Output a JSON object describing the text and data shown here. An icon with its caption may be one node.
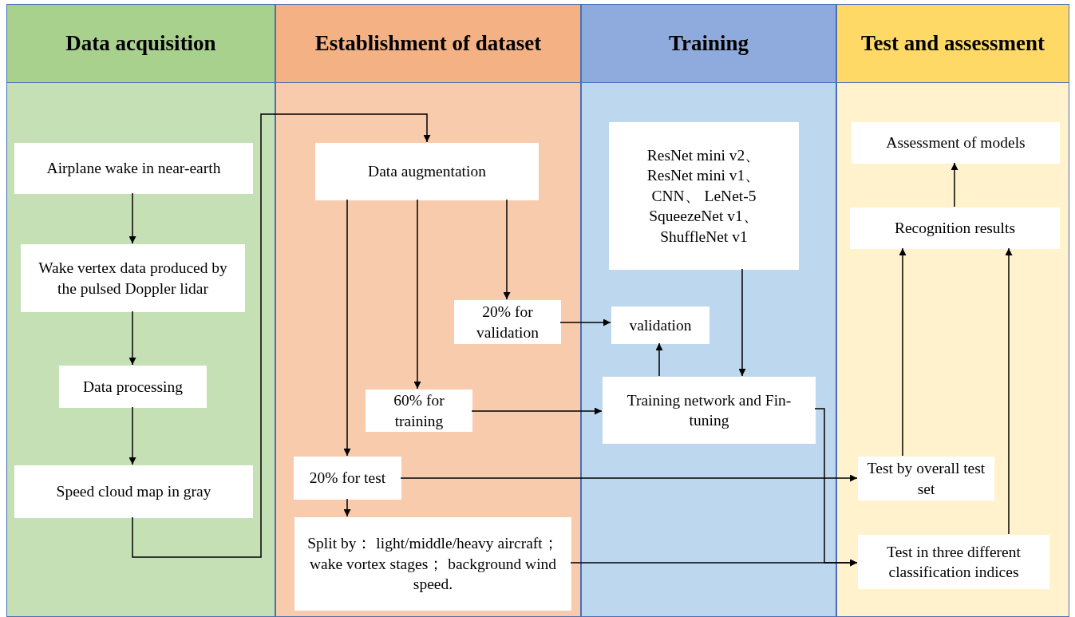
{
  "diagram": {
    "nodes": [
      {
        "text": [
          "Data acquisition"
        ]
      },
      {
        "text": [
          "Airplane wake in near-earth"
        ],
        "in": 0
      },
      {
        "text": [
          "Wake vertex data produced by the pulsed Doppler lidar"
        ],
        "in": 0
      },
      {
        "text": [
          "Data processing"
        ],
        "in": 0
      },
      {
        "text": [
          "Speed cloud map in gray"
        ],
        "in": 0
      },
      {
        "text": [
          "Establishment of dataset"
        ]
      },
      {
        "text": [
          "Data augmentation"
        ],
        "in": 5
      },
      {
        "text": [
          "20% for validation"
        ],
        "in": 5
      },
      {
        "text": [
          "60% for training"
        ],
        "in": 5
      },
      {
        "text": [
          "20% for test"
        ],
        "in": 5
      },
      {
        "text": [
          "Split by： light/middle/heavy aircraft； wake vortex stages； background wind speed."
        ],
        "in": 5
      },
      {
        "text": [
          "Training"
        ]
      },
      {
        "text": [
          "ResNet mini v2、 ResNet mini v1、 CNN、 LeNet-5 SqueezeNet v1、 ShuffleNet v1"
        ],
        "in": 11
      },
      {
        "text": [
          "validation"
        ],
        "in": 11
      },
      {
        "text": [
          "Training network and Fin-tuning"
        ],
        "in": 11
      },
      {
        "text": [
          "Test and assessment"
        ]
      },
      {
        "text": [
          "Assessment of models"
        ],
        "in": 15
      },
      {
        "text": [
          "Recognition results"
        ],
        "in": 15
      },
      {
        "text": [
          "Test by overall test set"
        ],
        "in": 15
      },
      {
        "text": [
          "Test in three different classification indices"
        ],
        "in": 15
      }
    ],
    "edges": [
      {
        "from": 1,
        "to": 2,
        "arrow": "to"
      },
      {
        "from": 2,
        "to": 3,
        "arrow": "to"
      },
      {
        "from": 3,
        "to": 4,
        "arrow": "to"
      },
      {
        "from": 4,
        "to": 6,
        "arrow": "to"
      },
      {
        "from": 6,
        "to": 9,
        "arrow": "to"
      },
      {
        "from": 6,
        "to": 8,
        "arrow": "to"
      },
      {
        "from": 6,
        "to": 7,
        "arrow": "to"
      },
      {
        "from": 9,
        "to": 10,
        "arrow": "to"
      },
      {
        "from": 7,
        "to": 13,
        "arrow": "to"
      },
      {
        "from": 8,
        "to": 14,
        "arrow": "to"
      },
      {
        "from": 12,
        "to": 14,
        "arrow": "to"
      },
      {
        "from": 14,
        "to": 13,
        "arrow": "to"
      },
      {
        "from": 9,
        "to": 18,
        "arrow": "to"
      },
      {
        "from": 10,
        "to": 19,
        "arrow": "to"
      },
      {
        "from": 14,
        "to": 19,
        "arrow": "to"
      },
      {
        "from": 18,
        "to": 17,
        "arrow": "to"
      },
      {
        "from": 19,
        "to": 17,
        "arrow": "to"
      },
      {
        "from": 17,
        "to": 16,
        "arrow": "to"
      }
    ]
  }
}
